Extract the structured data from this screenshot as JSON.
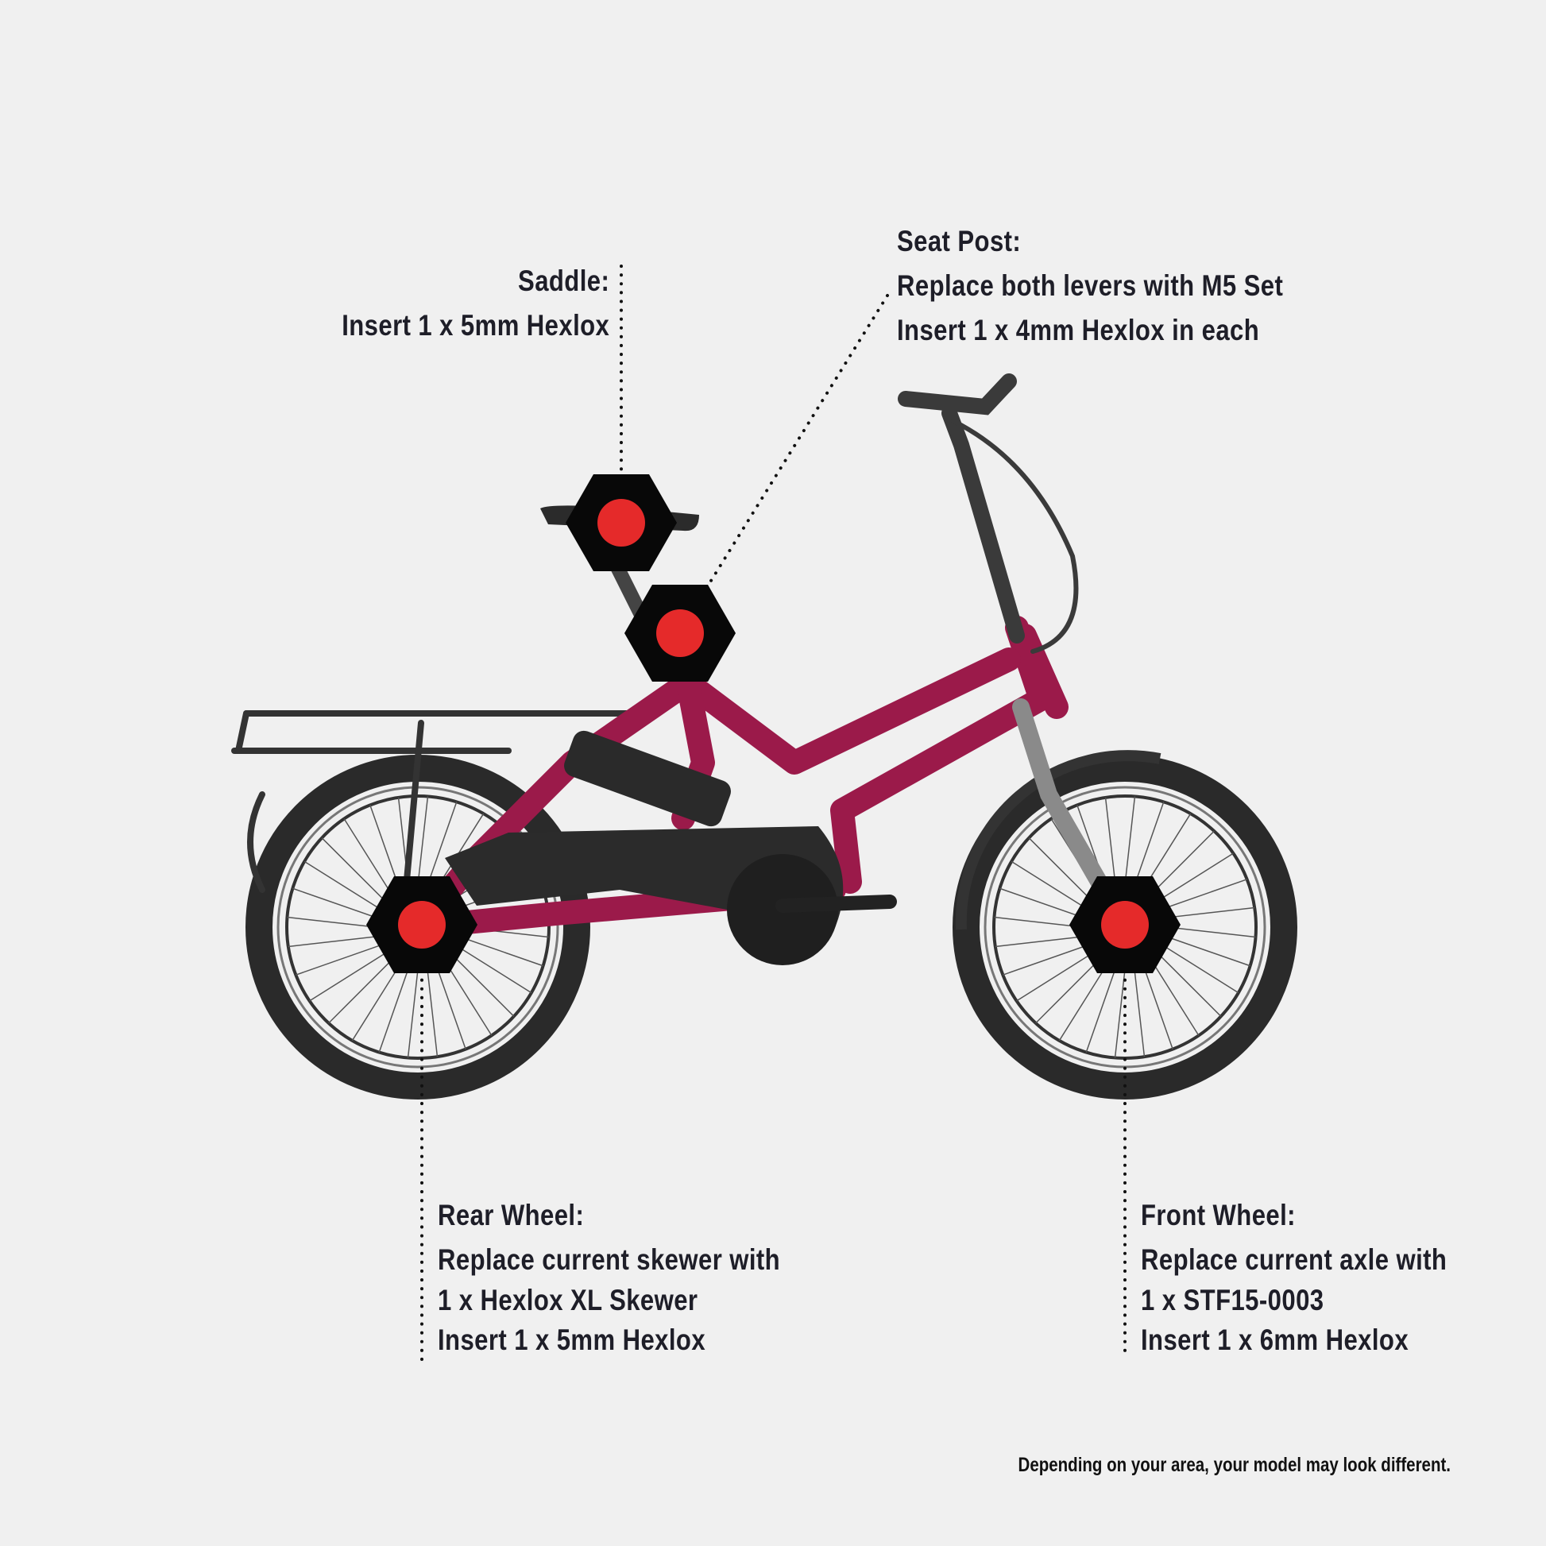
{
  "callouts": {
    "saddle": {
      "title": "Saddle:",
      "lines": [
        "Insert 1 x 5mm Hexlox"
      ]
    },
    "seat_post": {
      "title": "Seat Post:",
      "lines": [
        "Replace both levers with M5 Set",
        "Insert 1 x 4mm Hexlox in each"
      ]
    },
    "rear_wheel": {
      "title": "Rear Wheel:",
      "lines": [
        "Replace current skewer with",
        "1 x Hexlox XL Skewer",
        "Insert 1 x 5mm Hexlox"
      ]
    },
    "front_wheel": {
      "title": "Front Wheel:",
      "lines": [
        "Replace current axle with",
        "1 x STF15-0003",
        "Insert  1 x 6mm Hexlox"
      ]
    }
  },
  "note": "Depending on your area, your model may look different.",
  "colors": {
    "background": "#f0f0f0",
    "frame": "#9b1a4a",
    "hex": "#080808",
    "marker": "#e52a2a",
    "text": "#1e1e28"
  }
}
